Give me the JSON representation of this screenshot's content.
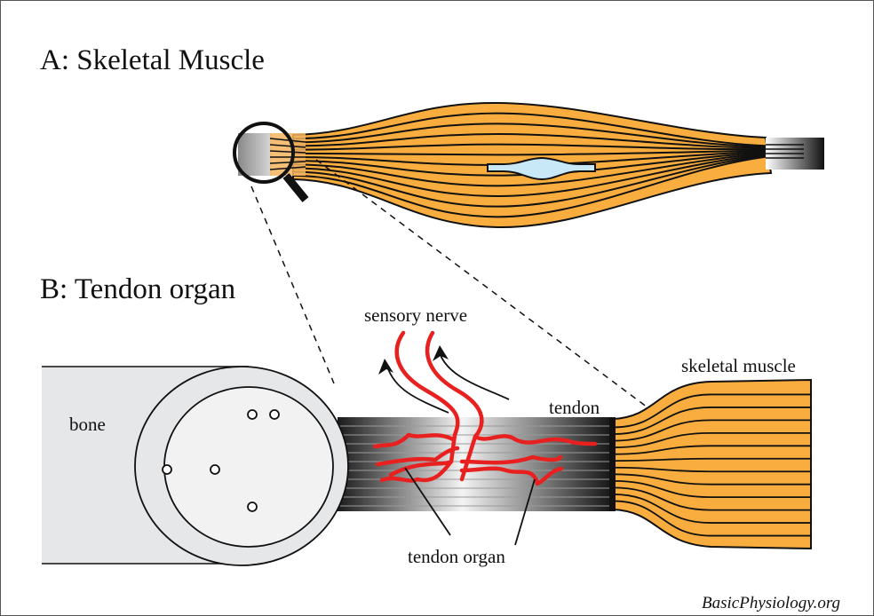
{
  "panels": {
    "a": {
      "title": "A: Skeletal Muscle"
    },
    "b": {
      "title": "B: Tendon organ"
    }
  },
  "labels": {
    "sensory_nerve": "sensory nerve",
    "bone": "bone",
    "tendon": "tendon",
    "skeletal_muscle": "skeletal muscle",
    "tendon_organ": "tendon organ"
  },
  "credit": "BasicPhysiology.org",
  "colors": {
    "muscle": "#F9AD3F",
    "muscle_spindle": "#C8E8F8",
    "nerve": "#E8201F",
    "bone_outer": "#E6E7E8",
    "bone_inner": "#F2F2F2",
    "fiber_line": "#111111"
  }
}
